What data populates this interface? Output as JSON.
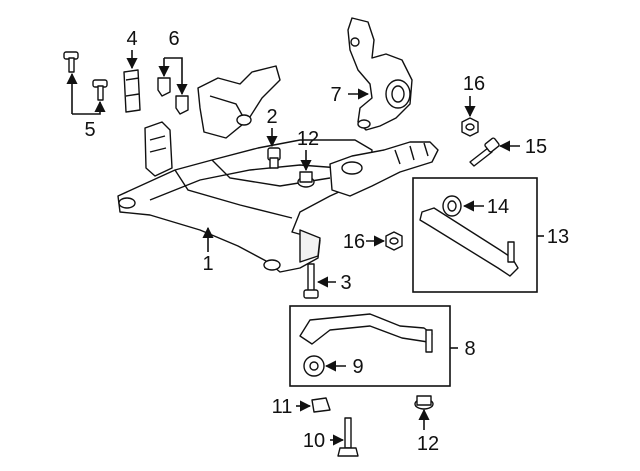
{
  "diagram": {
    "callouts": [
      {
        "id": "c1",
        "label": "1"
      },
      {
        "id": "c2",
        "label": "2"
      },
      {
        "id": "c3",
        "label": "3"
      },
      {
        "id": "c4",
        "label": "4"
      },
      {
        "id": "c5",
        "label": "5"
      },
      {
        "id": "c6",
        "label": "6"
      },
      {
        "id": "c7",
        "label": "7"
      },
      {
        "id": "c8",
        "label": "8"
      },
      {
        "id": "c9",
        "label": "9"
      },
      {
        "id": "c10",
        "label": "10"
      },
      {
        "id": "c11",
        "label": "11"
      },
      {
        "id": "c12a",
        "label": "12"
      },
      {
        "id": "c12b",
        "label": "12"
      },
      {
        "id": "c13",
        "label": "13"
      },
      {
        "id": "c14",
        "label": "14"
      },
      {
        "id": "c15",
        "label": "15"
      },
      {
        "id": "c16a",
        "label": "16"
      },
      {
        "id": "c16b",
        "label": "16"
      }
    ]
  }
}
